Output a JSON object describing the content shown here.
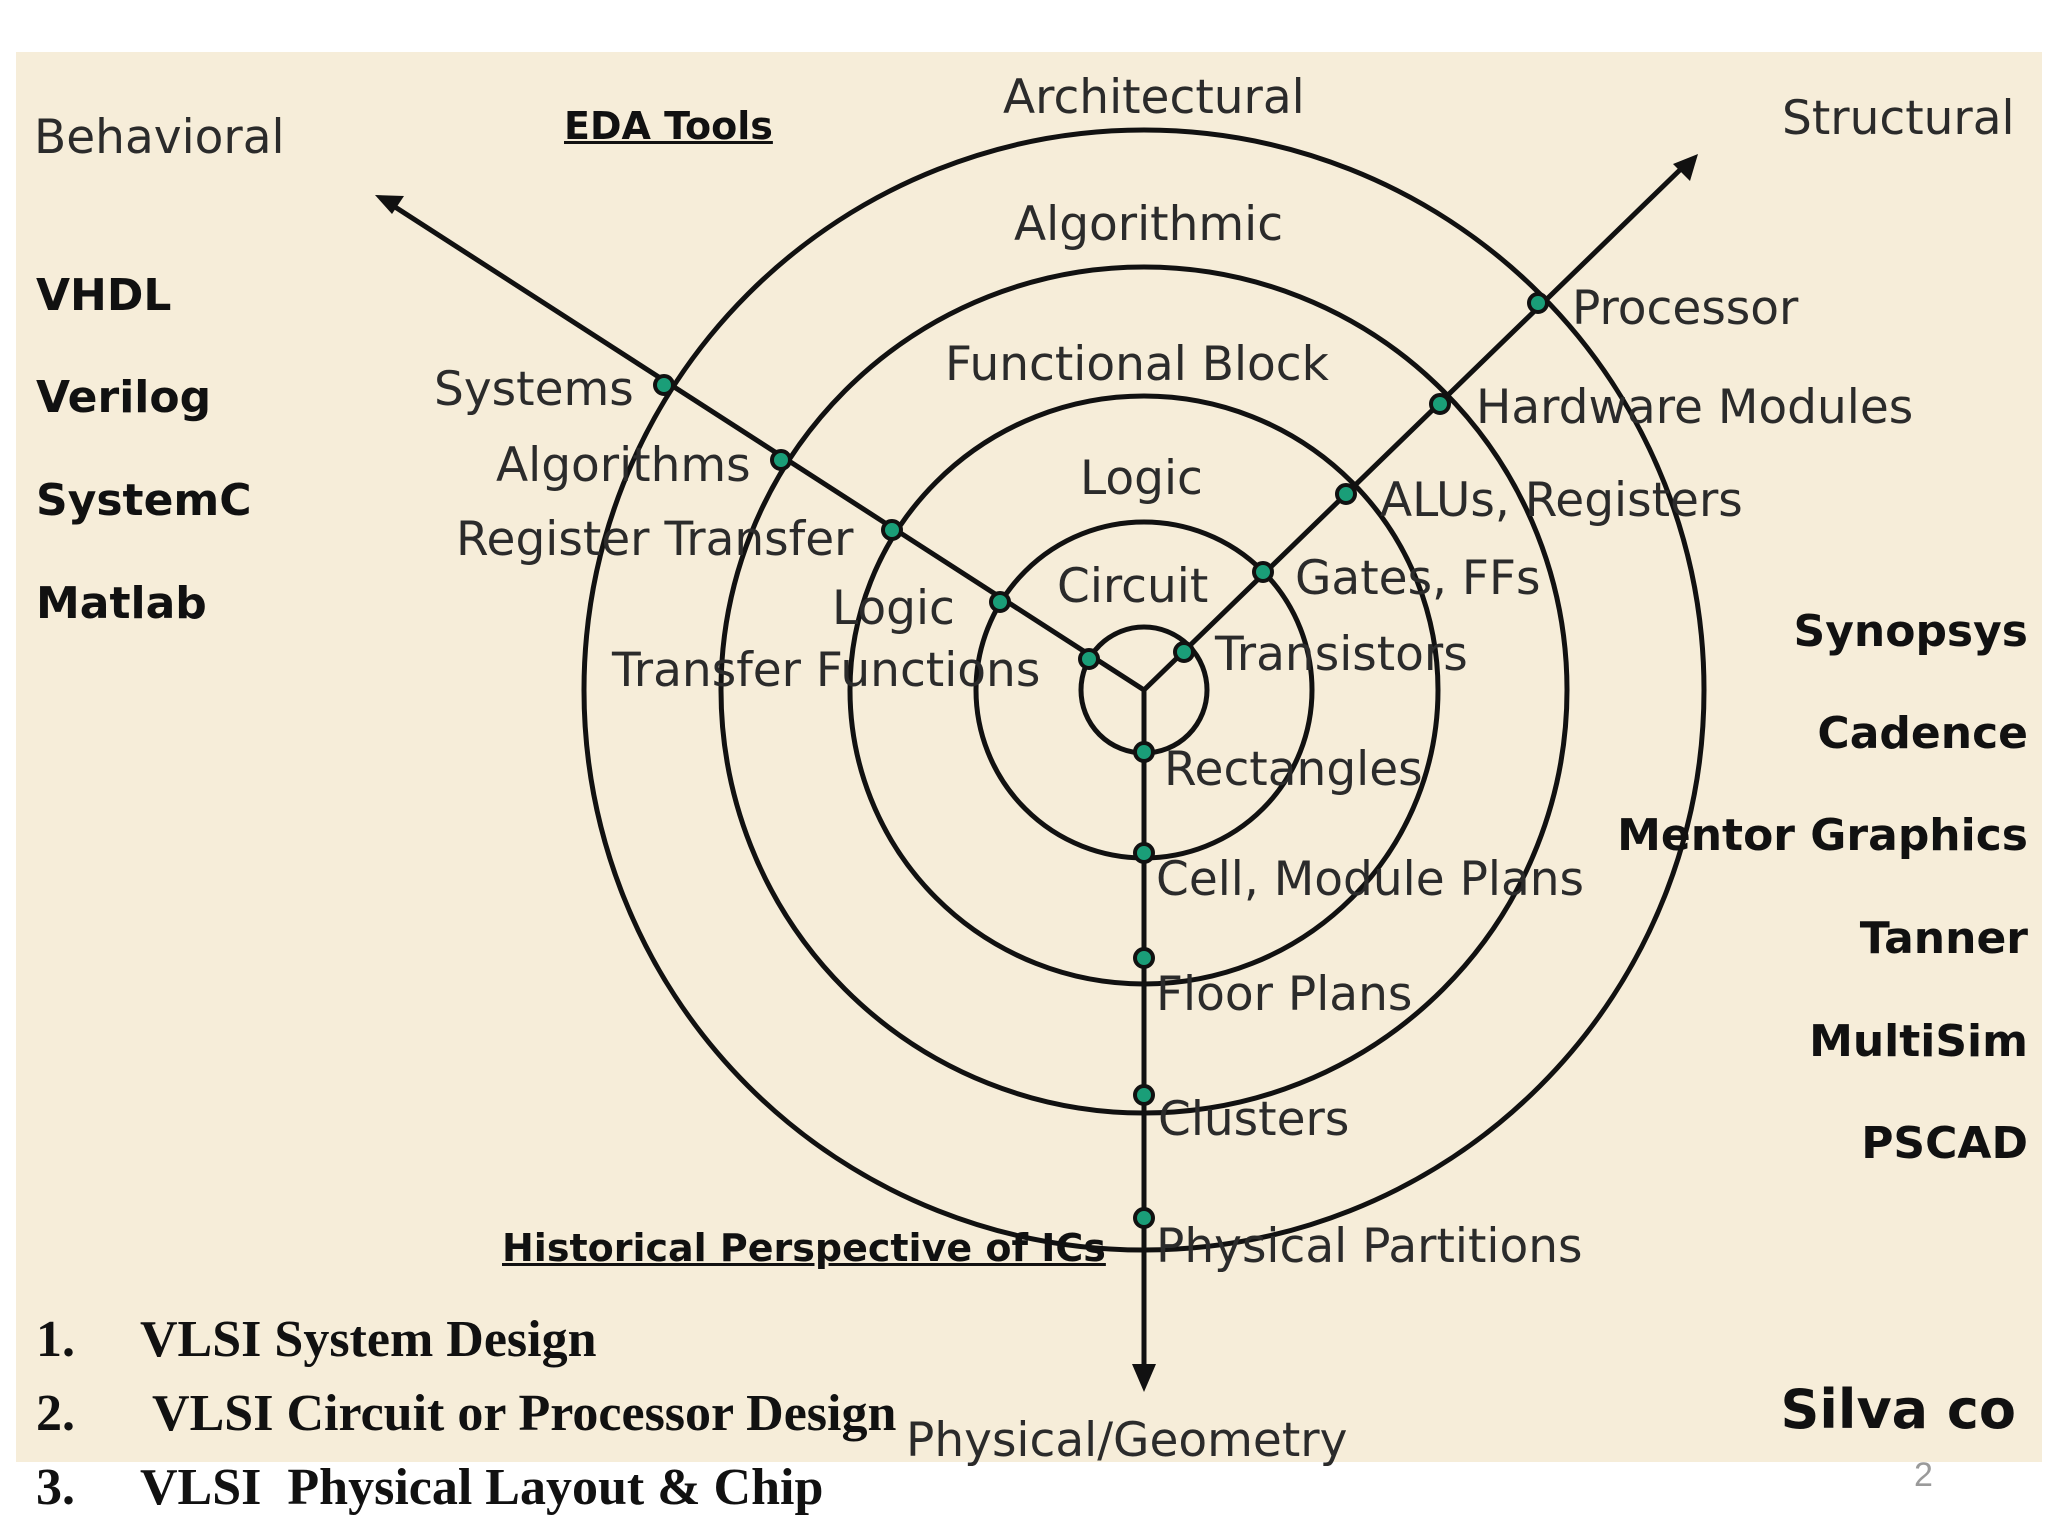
{
  "axes": {
    "architectural": "Architectural",
    "behavioral": "Behavioral",
    "structural": "Structural",
    "physical": "Physical/Geometry"
  },
  "rings": [
    "Algorithmic",
    "Functional Block",
    "Logic",
    "Circuit"
  ],
  "behavioral_points": [
    "Systems",
    "Algorithms",
    "Register Transfer",
    "Logic",
    "Transfer Functions"
  ],
  "structural_points": [
    "Processor",
    "Hardware Modules",
    "ALUs, Registers",
    "Gates, FFs",
    "Transistors"
  ],
  "physical_points": [
    "Rectangles",
    "Cell, Module Plans",
    "Floor Plans",
    "Clusters",
    "Physical Partitions"
  ],
  "eda_heading": "EDA Tools",
  "languages": [
    "VHDL",
    "Verilog",
    "SystemC",
    "Matlab"
  ],
  "tools": [
    "Synopsys",
    "Cadence",
    "Mentor Graphics",
    "Tanner",
    "MultiSim",
    "PSCAD",
    "Silva co"
  ],
  "history_heading": "Historical Perspective of ICs",
  "list": [
    {
      "num": "1.",
      "text": "VLSI System Design"
    },
    {
      "num": "2.",
      "text": " VLSI Circuit or Processor Design"
    },
    {
      "num": "3.",
      "text": "VLSI  Physical Layout & Chip"
    }
  ],
  "page_number": "2",
  "colors": {
    "panel": "#f6edd9",
    "node": "#1a9e78",
    "stroke": "#111111"
  }
}
